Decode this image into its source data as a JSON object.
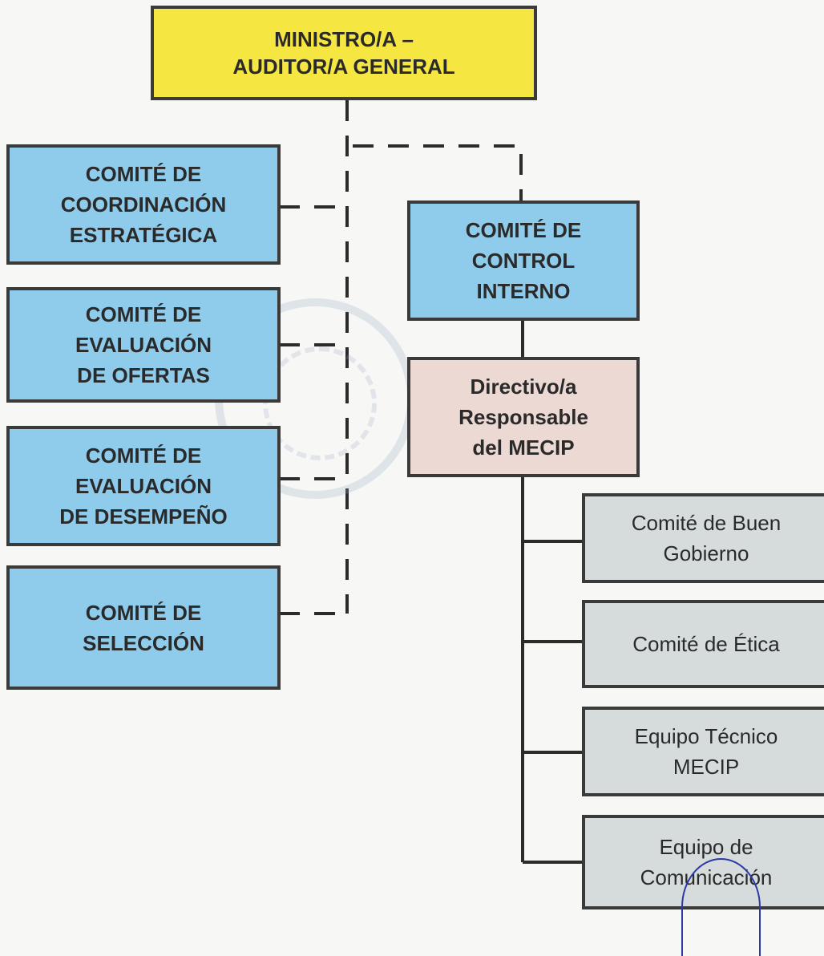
{
  "chart_data": {
    "type": "org-chart",
    "top": {
      "label": "MINISTRO/A –\nAUDITOR/A GENERAL"
    },
    "left_committees": [
      {
        "label": "COMITÉ DE\nCOORDINACIÓN\nESTRATÉGICA"
      },
      {
        "label": "COMITÉ DE\nEVALUACIÓN\nDE OFERTAS"
      },
      {
        "label": "COMITÉ DE\nEVALUACIÓN\nDE DESEMPEÑO"
      },
      {
        "label": "COMITÉ DE\nSELECCIÓN"
      }
    ],
    "control_committee": {
      "label": "COMITÉ DE\nCONTROL\nINTERNO"
    },
    "directive": {
      "label": "Directivo/a\nResponsable\ndel MECIP"
    },
    "sub_units": [
      {
        "label": "Comité de Buen\nGobierno"
      },
      {
        "label": "Comité de Ética"
      },
      {
        "label": "Equipo Técnico\nMECIP"
      },
      {
        "label": "Equipo de\nComunicación"
      }
    ],
    "colors": {
      "top": "#f5e642",
      "committee": "#8fcbea",
      "directive": "#ecd9d3",
      "sub_unit": "#d6dcdc",
      "line": "#2b2b2b"
    }
  }
}
